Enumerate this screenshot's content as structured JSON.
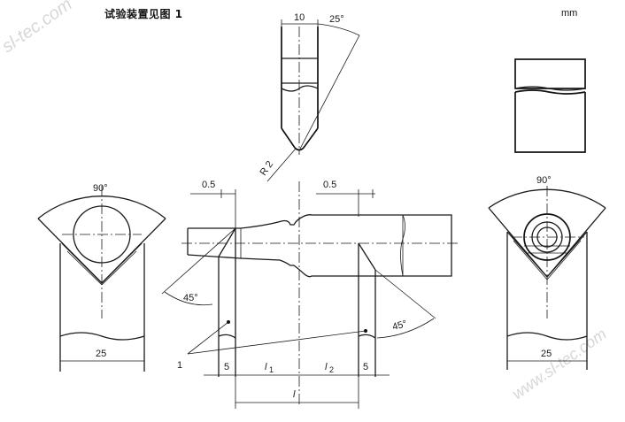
{
  "title": "试验装置见图 1",
  "unit": "mm",
  "dimensions": {
    "striker_width": "10",
    "striker_angle": "25°",
    "striker_radius": "R 2",
    "left_support_v_angle": "90°",
    "right_support_v_angle": "90°",
    "left_gap": "0.5",
    "right_gap": "0.5",
    "left_bevel": "45°",
    "right_bevel": "45°",
    "left_support_width": "25",
    "right_support_width": "25",
    "edge_left": "5",
    "edge_right": "5",
    "l1": "l",
    "l1_sub": "1",
    "l2": "l",
    "l2_sub": "2",
    "l_total": "l",
    "callout": "1"
  },
  "watermarks": [
    "sl-tec.com",
    "www.sl-tec.com"
  ]
}
